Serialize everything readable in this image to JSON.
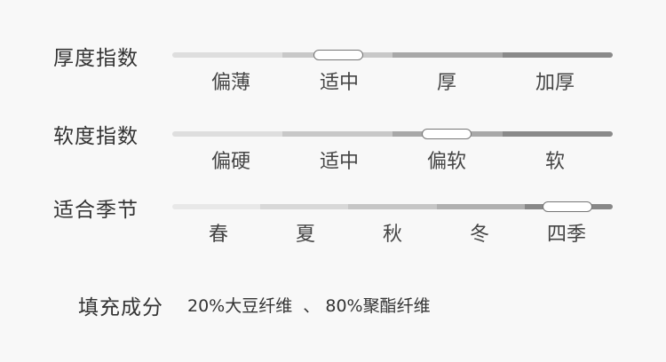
{
  "colors": {
    "thickness_segments": [
      "#dedede",
      "#c8c8c8",
      "#a8a8a8",
      "#8a8a8a"
    ],
    "softness_segments": [
      "#dedede",
      "#c8c8c8",
      "#a8a8a8",
      "#8a8a8a"
    ],
    "season_segments": [
      "#e8e8e8",
      "#d8d8d8",
      "#c6c6c6",
      "#b0b0b0",
      "#888888"
    ]
  },
  "thickness": {
    "label": "厚度指数",
    "options": [
      "偏薄",
      "适中",
      "厚",
      "加厚"
    ],
    "selected": "适中"
  },
  "softness": {
    "label": "软度指数",
    "options": [
      "偏硬",
      "适中",
      "偏软",
      "软"
    ],
    "selected": "偏软"
  },
  "season": {
    "label": "适合季节",
    "options": [
      "春",
      "夏",
      "秋",
      "冬",
      "四季"
    ],
    "selected": "四季"
  },
  "filling": {
    "label": "填充成分",
    "value": "20%大豆纤维  、 80%聚酯纤维"
  }
}
